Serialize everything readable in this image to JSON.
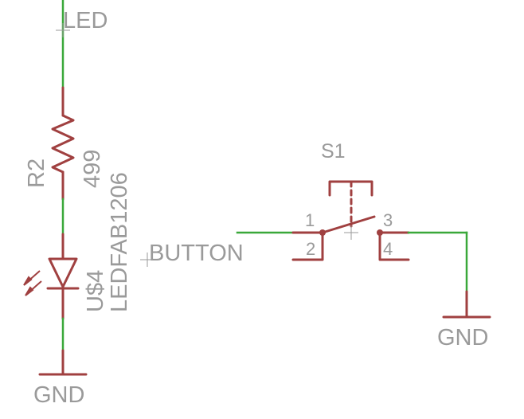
{
  "net_labels": {
    "led": "LED",
    "button": "BUTTON",
    "gnd_left": "GND",
    "gnd_right": "GND"
  },
  "resistor": {
    "name": "R2",
    "value": "499"
  },
  "led_part": {
    "name": "U$4",
    "value": "LEDFAB1206"
  },
  "switch": {
    "name": "S1",
    "pins": [
      "1",
      "2",
      "3",
      "4"
    ]
  },
  "colors": {
    "wire": "#3aa83a",
    "part": "#a04040",
    "label": "#9a9a9a",
    "background": "#ffffff"
  }
}
